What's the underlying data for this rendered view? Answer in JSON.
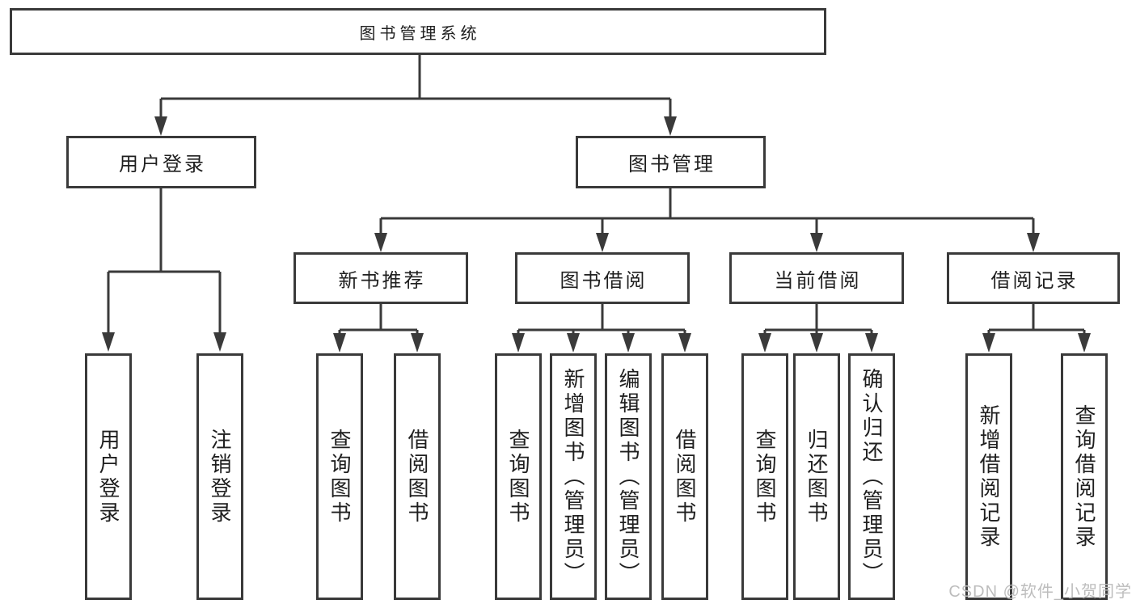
{
  "diagram_type": "hierarchy-tree",
  "tree": {
    "label": "图书管理系统",
    "children": [
      {
        "label": "用户登录",
        "children": [
          {
            "label": "用户登录"
          },
          {
            "label": "注销登录"
          }
        ]
      },
      {
        "label": "图书管理",
        "children": [
          {
            "label": "新书推荐",
            "children": [
              {
                "label": "查询图书"
              },
              {
                "label": "借阅图书"
              }
            ]
          },
          {
            "label": "图书借阅",
            "children": [
              {
                "label": "查询图书"
              },
              {
                "label": "新增图书（管理员）"
              },
              {
                "label": "编辑图书（管理员）"
              },
              {
                "label": "借阅图书"
              }
            ]
          },
          {
            "label": "当前借阅",
            "children": [
              {
                "label": "查询图书"
              },
              {
                "label": "归还图书"
              },
              {
                "label": "确认归还（管理员）"
              }
            ]
          },
          {
            "label": "借阅记录",
            "children": [
              {
                "label": "新增借阅记录"
              },
              {
                "label": "查询借阅记录"
              }
            ]
          }
        ]
      }
    ]
  },
  "watermark": {
    "text": "CSDN @软件_小贺同学"
  },
  "colors": {
    "line": "#3a3a3a",
    "text": "#1f1f1f",
    "background": "#ffffff",
    "watermark": "#bdbdbd"
  }
}
